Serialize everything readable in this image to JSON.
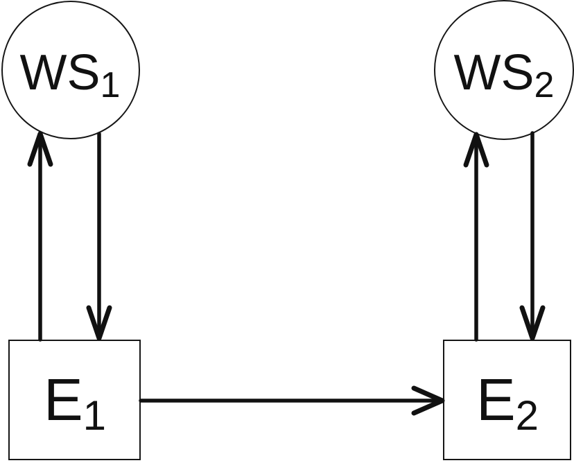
{
  "diagram": {
    "background_color": "#ffffff",
    "line_color": "#111111",
    "nodes": [
      {
        "id": "WS1",
        "label": "WS",
        "subscript": "1",
        "shape": "circle"
      },
      {
        "id": "WS2",
        "label": "WS",
        "subscript": "2",
        "shape": "circle"
      },
      {
        "id": "E1",
        "label": "E",
        "subscript": "1",
        "shape": "square"
      },
      {
        "id": "E2",
        "label": "E",
        "subscript": "2",
        "shape": "square"
      }
    ],
    "edges": [
      {
        "from": "E1",
        "to": "WS1",
        "direction": "up"
      },
      {
        "from": "WS1",
        "to": "E1",
        "direction": "down"
      },
      {
        "from": "E2",
        "to": "WS2",
        "direction": "up"
      },
      {
        "from": "WS2",
        "to": "E2",
        "direction": "down"
      },
      {
        "from": "E1",
        "to": "E2",
        "direction": "right"
      }
    ]
  }
}
